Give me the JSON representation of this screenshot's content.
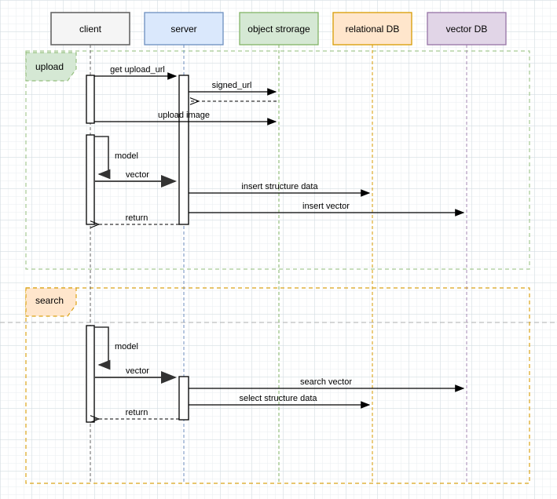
{
  "actors": [
    {
      "label": "client",
      "fill": "#f5f5f5",
      "stroke": "#666666"
    },
    {
      "label": "server",
      "fill": "#dae8fc",
      "stroke": "#6c8ebf"
    },
    {
      "label": "object strorage",
      "fill": "#d5e8d4",
      "stroke": "#82b366"
    },
    {
      "label": "relational DB",
      "fill": "#ffe6cc",
      "stroke": "#d79b00"
    },
    {
      "label": "vector DB",
      "fill": "#e1d5e7",
      "stroke": "#9673a6"
    }
  ],
  "frames": [
    {
      "label": "upload",
      "accent": "#82b366",
      "label_fill": "#d5e8d4"
    },
    {
      "label": "search",
      "accent": "#d79b00",
      "label_fill": "#ffe6cc"
    }
  ],
  "model_label_color": "#cc3333",
  "messages": {
    "upload": {
      "get_upload_url": "get upload_url",
      "signed_url": "signed_url",
      "upload_image": "upload image",
      "model": "model",
      "vector": "vector",
      "insert_structure_data": "insert structure data",
      "insert_vector": "insert vector",
      "return_": "return"
    },
    "search": {
      "model": "model",
      "vector": "vector",
      "search_vector": "search vector",
      "select_structure_data": "select structure data",
      "return_": "return"
    }
  }
}
